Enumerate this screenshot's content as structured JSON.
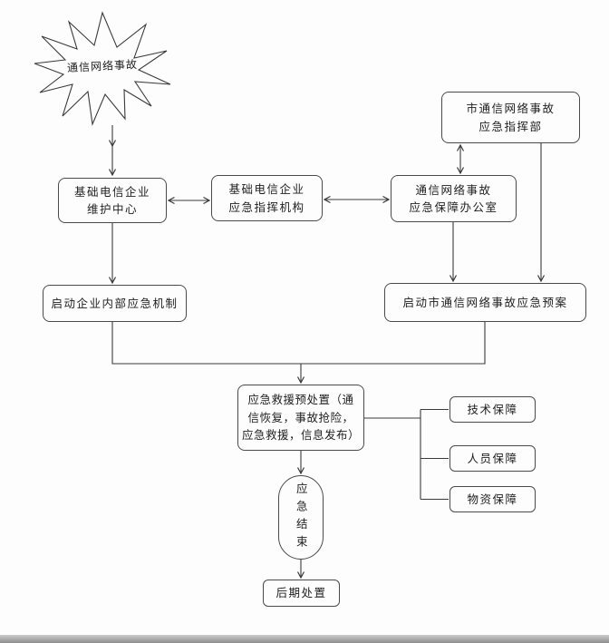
{
  "nodes": {
    "burst": {
      "label": "通信网络事故"
    },
    "hq": {
      "line1": "市通信网络事故",
      "line2": "应急指挥部"
    },
    "maintenance": {
      "line1": "基础电信企业",
      "line2": "维护中心"
    },
    "command": {
      "line1": "基础电信企业",
      "line2": "应急指挥机构"
    },
    "office": {
      "line1": "通信网络事故",
      "line2": "应急保障办公室"
    },
    "internal": {
      "label": "启动企业内部应急机制"
    },
    "cityplan": {
      "label": "启动市通信网络事故应急预案"
    },
    "predispose": {
      "line1": "应急救援预处置（通",
      "line2": "信恢复，事故抢险，",
      "line3": "应急救援，信息发布）"
    },
    "tech": {
      "label": "技术保障"
    },
    "personnel": {
      "label": "人员保障"
    },
    "material": {
      "label": "物资保障"
    },
    "end": {
      "label": "应急结束"
    },
    "post": {
      "label": "后期处置"
    }
  },
  "style": {
    "line_color": "#3a3a3a",
    "text_color": "#1e1e1e",
    "background": "#fdfdfd"
  }
}
